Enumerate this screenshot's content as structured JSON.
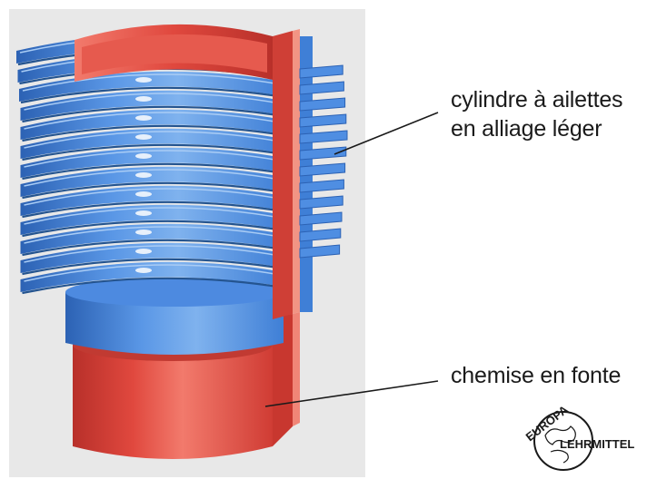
{
  "labels": {
    "fins_line1": "cylindre à ailettes",
    "fins_line2": "en alliage léger",
    "liner": "chemise en fonte"
  },
  "logo": {
    "top_text": "EUROPA",
    "bottom_text": "LEHRMITTEL"
  },
  "colors": {
    "background_panel": "#e8e8e8",
    "aluminium_fins": "#3f7fd6",
    "aluminium_dark": "#2c62b4",
    "aluminium_light": "#7fb2ee",
    "cast_iron_liner": "#e0483e",
    "cast_iron_dark": "#b8302a",
    "cast_iron_light": "#f27a6c",
    "text": "#1a1a1a"
  }
}
